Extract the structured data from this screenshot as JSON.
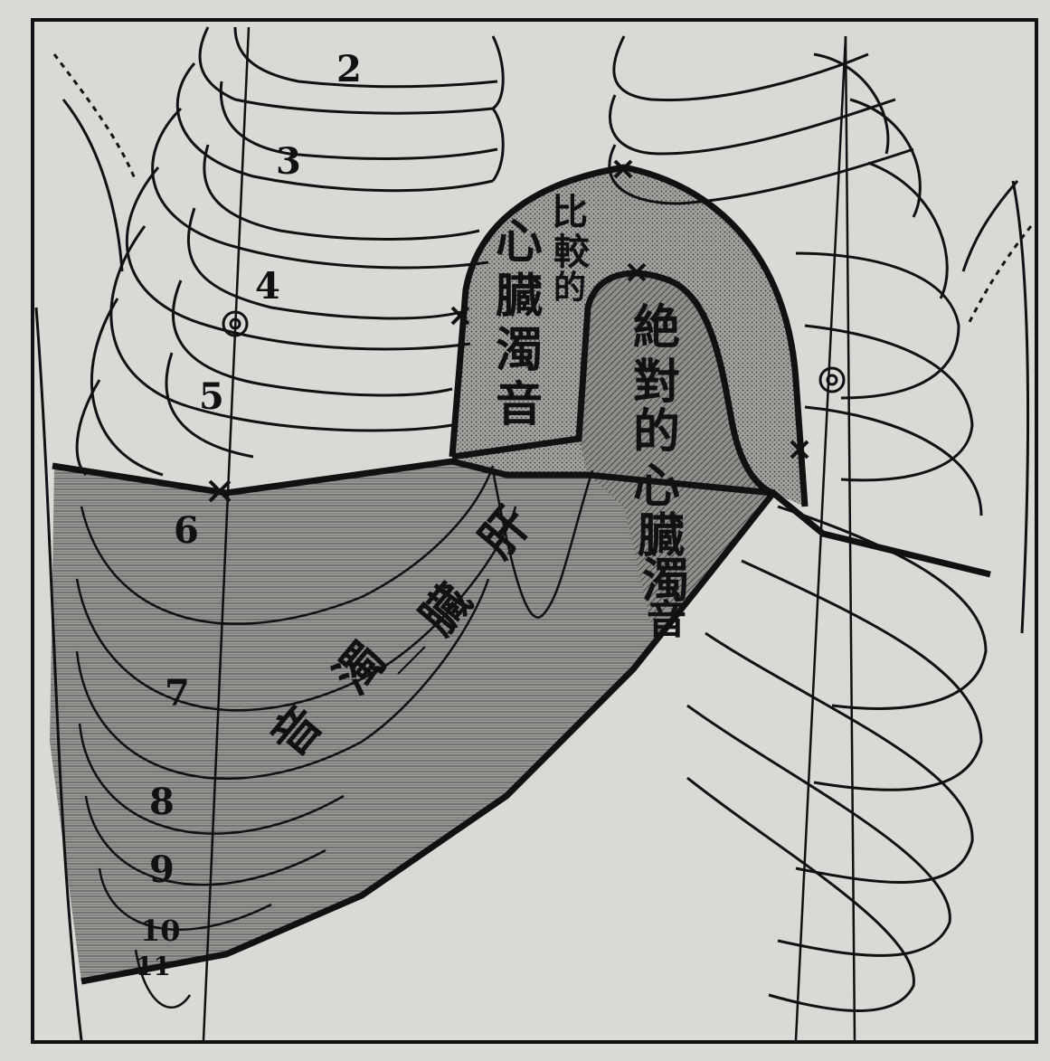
{
  "colors": {
    "paper": "#d9d9d6",
    "ink": "#111111",
    "dullness_fill": "#9a9a97",
    "heart_fill": "#8e8e8b"
  },
  "rib_labels": [
    "2",
    "3",
    "4",
    "5",
    "6",
    "7",
    "8",
    "9",
    "10",
    "11"
  ],
  "regions": {
    "relative_cardiac_dullness": [
      "比",
      "較",
      "的",
      "心",
      "臓",
      "濁",
      "音"
    ],
    "absolute_cardiac_dullness": [
      "絶",
      "對",
      "的",
      "心",
      "臓",
      "濁",
      "音"
    ],
    "liver_dullness": [
      "肝",
      "臓",
      "濁",
      "音"
    ]
  },
  "markers": {
    "nipple_symbol": "◎",
    "boundary_symbol": "✕"
  }
}
